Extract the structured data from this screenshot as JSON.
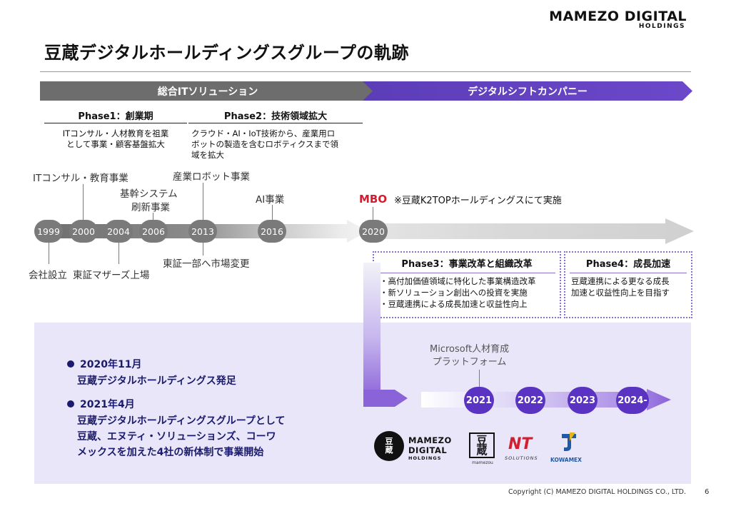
{
  "brand": {
    "main": "MAMEZO DIGITAL",
    "sub": "HOLDINGS"
  },
  "title": "豆蔵デジタルホールディングスグループの軌跡",
  "bands": {
    "left": "総合ITソリューション",
    "right": "デジタルシフトカンパニー"
  },
  "phase1": {
    "title": "Phase1：創業期",
    "desc1": "ITコンサル・人材教育を祖業",
    "desc2": "として事業・顧客基盤拡大"
  },
  "phase2": {
    "title": "Phase2：技術領域拡大",
    "desc1": "クラウド・AI・IoT技術から、産業用ロ",
    "desc2": "ボットの製造を含むロボティクスまで領",
    "desc3": "域を拡大"
  },
  "events": {
    "it_consult": "ITコンサル・教育事業",
    "kikan1": "基幹システム",
    "kikan2": "刷新事業",
    "robot": "産業ロボット事業",
    "ai": "AI事業",
    "founded": "会社設立",
    "mothers": "東証マザーズ上場",
    "tse1": "東証一部へ市場変更"
  },
  "years": [
    "1999",
    "2000",
    "2004",
    "2006",
    "2013",
    "2016",
    "2020"
  ],
  "mbo": {
    "label": "MBO",
    "note": "※豆蔵K2TOPホールディングスにて実施"
  },
  "phase3": {
    "title": "Phase3：事業改革と組織改革",
    "items": [
      "・高付加価値領域に特化した事業構造改革",
      "・新ソリューション創出への投資を実施",
      "・豆蔵連携による成長加速と収益性向上"
    ]
  },
  "phase4": {
    "title": "Phase4：成長加速",
    "desc1": "豆蔵連携による更なる成長",
    "desc2": "加速と収益性向上を目指す"
  },
  "microsoft": {
    "line1": "Microsoft人材育成",
    "line2": "プラットフォーム"
  },
  "future_years": [
    "2021",
    "2022",
    "2023",
    "2024-"
  ],
  "bullets": {
    "b1": "2020年11月",
    "b1_text": "豆蔵デジタルホールディングス発足",
    "b2": "2021年4月",
    "b2_l1": "豆蔵デジタルホールディングスグループとして",
    "b2_l2": "豆蔵、エヌティ・ソリューションズ、コーワ",
    "b2_l3": "メックスを加えた4社の新体制で事業開始"
  },
  "logos": {
    "md_mark": "豆\n蔵",
    "md_l1": "MAMEZO",
    "md_l2": "DIGITAL",
    "md_l3": "HOLDINGS",
    "mz_mark": "豆\n蔵",
    "mz_sub": "mamezou",
    "nt_mark": "NT",
    "nt_sub": "SOLUTIONS",
    "kw_sub": "KOWAMEX"
  },
  "footer": "Copyright (C) MAMEZO DIGITAL HOLDINGS CO., LTD.",
  "page": "6"
}
